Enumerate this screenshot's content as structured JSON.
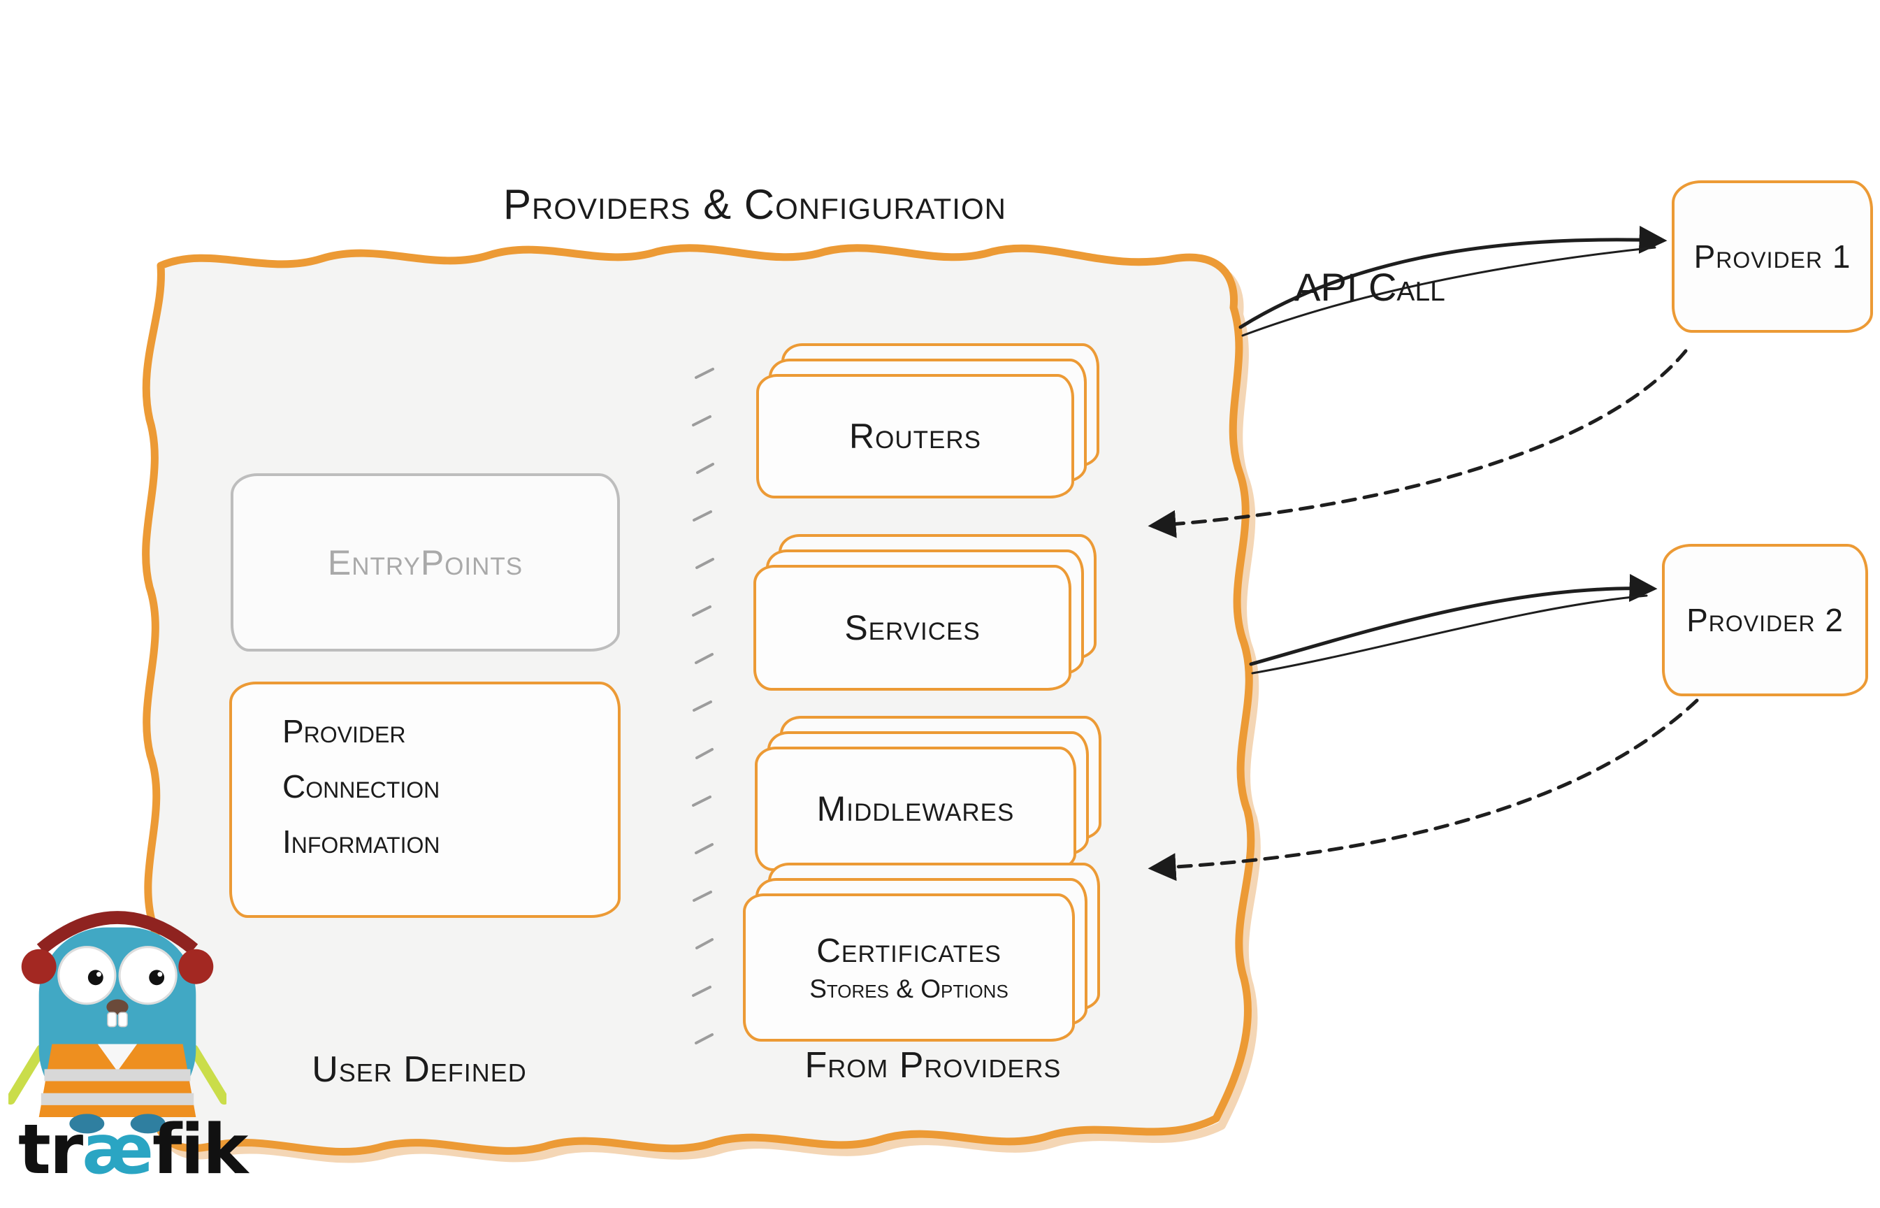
{
  "title": "Providers & Configuration",
  "user_defined": {
    "entrypoints_label": "EntryPoints",
    "pci_lines": [
      "Provider",
      "Connection",
      "Information"
    ],
    "section_label": "User Defined"
  },
  "from_providers": {
    "stack_items": [
      "Routers",
      "Services",
      "Middlewares"
    ],
    "certificates_title": "Certificates",
    "certificates_subtitle": "Stores & Options",
    "section_label": "From Providers"
  },
  "external": {
    "api_call_label": "API Call",
    "provider1_label": "Provider 1",
    "provider2_label": "Provider 2"
  },
  "logo": {
    "wordmark_prefix": "tr",
    "wordmark_ligature": "æ",
    "wordmark_suffix": "fik"
  },
  "colors": {
    "accent_orange": "#EC9A35",
    "teal": "#2AA5C3",
    "ink": "#1B1B1B",
    "muted_gray": "#A9A9A9"
  }
}
